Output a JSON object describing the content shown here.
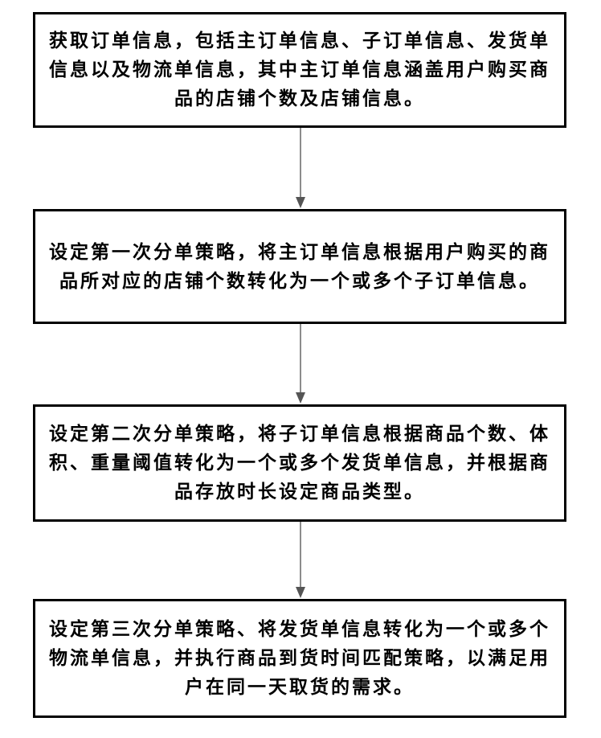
{
  "flowchart": {
    "steps": [
      {
        "text": "获取订单信息，包括主订单信息、子订单信息、发货单信息以及物流单信息，其中主订单信息涵盖用户购买商品的店铺个数及店铺信息。"
      },
      {
        "text": "设定第一次分单策略，将主订单信息根据用户购买的商品所对应的店铺个数转化为一个或多个子订单信息。"
      },
      {
        "text": "设定第二次分单策略，将子订单信息根据商品个数、体积、重量阈值转化为一个或多个发货单信息，并根据商品存放时长设定商品类型。"
      },
      {
        "text": "设定第三次分单策略、将发货单信息转化为一个或多个物流单信息，并执行商品到货时间匹配策略，以满足用户在同一天取货的需求。"
      }
    ],
    "line_color": "#000000",
    "arrow_color": "#555555"
  }
}
